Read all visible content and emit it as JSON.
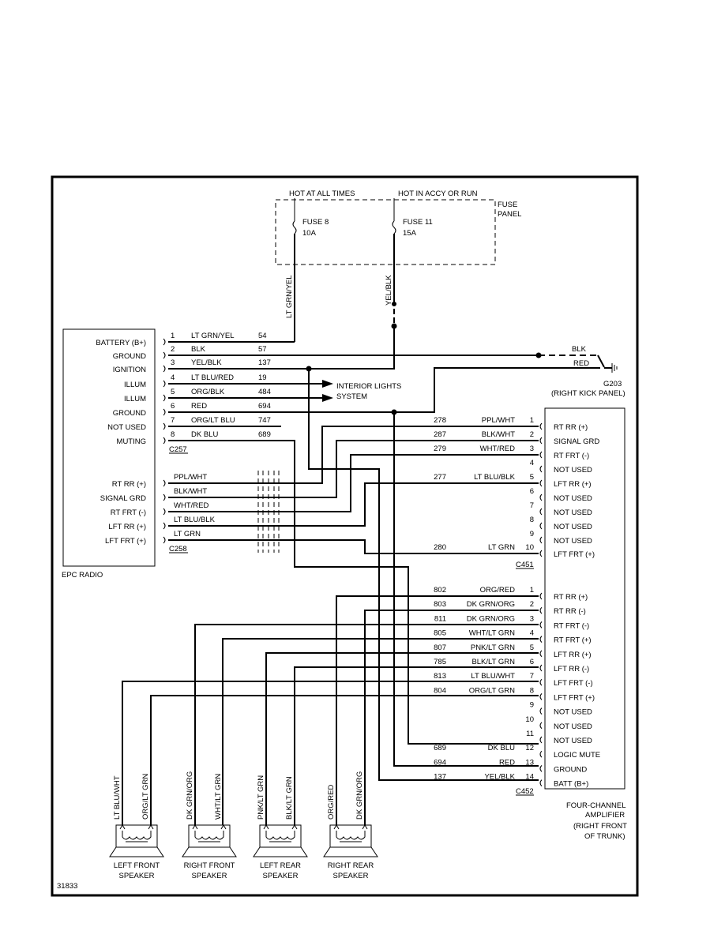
{
  "diagram_id": "31833",
  "fuse_panel": {
    "hot_all": "HOT AT ALL TIMES",
    "hot_accy": "HOT IN ACCY OR RUN",
    "label_1": "FUSE",
    "label_2": "PANEL",
    "fuse8_name": "FUSE 8",
    "fuse8_amp": "10A",
    "fuse11_name": "FUSE 11",
    "fuse11_amp": "15A",
    "wire_left": "LT GRN/YEL",
    "wire_right": "YEL/BLK"
  },
  "radio": {
    "name": "EPC RADIO",
    "c257": {
      "label": "C257",
      "pins": [
        {
          "fn": "BATTERY (B+)",
          "pin": "1",
          "color": "LT GRN/YEL",
          "ckt": "54"
        },
        {
          "fn": "GROUND",
          "pin": "2",
          "color": "BLK",
          "ckt": "57"
        },
        {
          "fn": "IGNITION",
          "pin": "3",
          "color": "YEL/BLK",
          "ckt": "137"
        },
        {
          "fn": "ILLUM",
          "pin": "4",
          "color": "LT BLU/RED",
          "ckt": "19"
        },
        {
          "fn": "ILLUM",
          "pin": "5",
          "color": "ORG/BLK",
          "ckt": "484"
        },
        {
          "fn": "GROUND",
          "pin": "6",
          "color": "RED",
          "ckt": "694"
        },
        {
          "fn": "NOT USED",
          "pin": "7",
          "color": "ORG/LT BLU",
          "ckt": "747"
        },
        {
          "fn": "MUTING",
          "pin": "8",
          "color": "DK BLU",
          "ckt": "689"
        }
      ]
    },
    "c258": {
      "label": "C258",
      "pins": [
        {
          "fn": "RT RR (+)",
          "color": "PPL/WHT"
        },
        {
          "fn": "SIGNAL GRD",
          "color": "BLK/WHT"
        },
        {
          "fn": "RT FRT (-)",
          "color": "WHT/RED"
        },
        {
          "fn": "LFT RR (+)",
          "color": "LT BLU/BLK"
        },
        {
          "fn": "LFT FRT (+)",
          "color": "LT GRN"
        }
      ]
    }
  },
  "interior_lights": {
    "line1": "INTERIOR LIGHTS",
    "line2": "SYSTEM"
  },
  "ground_point": {
    "blk": "BLK",
    "red": "RED",
    "name": "G203",
    "location": "(RIGHT KICK PANEL)"
  },
  "c451": {
    "label": "C451",
    "rows": [
      {
        "ckt": "278",
        "color": "PPL/WHT",
        "pin": "1",
        "fn": "RT RR (+)"
      },
      {
        "ckt": "287",
        "color": "BLK/WHT",
        "pin": "2",
        "fn": "SIGNAL GRD"
      },
      {
        "ckt": "279",
        "color": "WHT/RED",
        "pin": "3",
        "fn": "RT FRT (-)"
      },
      {
        "ckt": "",
        "color": "",
        "pin": "4",
        "fn": "NOT USED"
      },
      {
        "ckt": "277",
        "color": "LT BLU/BLK",
        "pin": "5",
        "fn": "LFT RR (+)"
      },
      {
        "ckt": "",
        "color": "",
        "pin": "6",
        "fn": "NOT USED"
      },
      {
        "ckt": "",
        "color": "",
        "pin": "7",
        "fn": "NOT USED"
      },
      {
        "ckt": "",
        "color": "",
        "pin": "8",
        "fn": "NOT USED"
      },
      {
        "ckt": "",
        "color": "",
        "pin": "9",
        "fn": "NOT USED"
      },
      {
        "ckt": "280",
        "color": "LT GRN",
        "pin": "10",
        "fn": "LFT FRT (+)"
      }
    ]
  },
  "c452": {
    "label": "C452",
    "rows": [
      {
        "ckt": "802",
        "color": "ORG/RED",
        "pin": "1",
        "fn": "RT RR (+)"
      },
      {
        "ckt": "803",
        "color": "DK GRN/ORG",
        "pin": "2",
        "fn": "RT RR (-)"
      },
      {
        "ckt": "811",
        "color": "DK GRN/ORG",
        "pin": "3",
        "fn": "RT FRT (-)"
      },
      {
        "ckt": "805",
        "color": "WHT/LT GRN",
        "pin": "4",
        "fn": "RT FRT (+)"
      },
      {
        "ckt": "807",
        "color": "PNK/LT GRN",
        "pin": "5",
        "fn": "LFT RR (+)"
      },
      {
        "ckt": "785",
        "color": "BLK/LT GRN",
        "pin": "6",
        "fn": "LFT RR (-)"
      },
      {
        "ckt": "813",
        "color": "LT BLU/WHT",
        "pin": "7",
        "fn": "LFT FRT (-)"
      },
      {
        "ckt": "804",
        "color": "ORG/LT GRN",
        "pin": "8",
        "fn": "LFT FRT (+)"
      },
      {
        "ckt": "",
        "color": "",
        "pin": "9",
        "fn": "NOT USED"
      },
      {
        "ckt": "",
        "color": "",
        "pin": "10",
        "fn": "NOT USED"
      },
      {
        "ckt": "",
        "color": "",
        "pin": "11",
        "fn": "NOT USED"
      },
      {
        "ckt": "689",
        "color": "DK BLU",
        "pin": "12",
        "fn": "LOGIC MUTE"
      },
      {
        "ckt": "694",
        "color": "RED",
        "pin": "13",
        "fn": "GROUND"
      },
      {
        "ckt": "137",
        "color": "YEL/BLK",
        "pin": "14",
        "fn": "BATT (B+)"
      }
    ]
  },
  "amplifier": {
    "line1": "FOUR-CHANNEL",
    "line2": "AMPLIFIER",
    "line3": "(RIGHT FRONT",
    "line4": "OF TRUNK)"
  },
  "speakers": [
    {
      "line1": "LEFT FRONT",
      "line2": "SPEAKER",
      "wire_a": "LT BLU/WHT",
      "wire_b": "ORG/LT GRN"
    },
    {
      "line1": "RIGHT FRONT",
      "line2": "SPEAKER",
      "wire_a": "DK GRN/ORG",
      "wire_b": "WHT/LT GRN"
    },
    {
      "line1": "LEFT REAR",
      "line2": "SPEAKER",
      "wire_a": "PNK/LT GRN",
      "wire_b": "BLK/LT GRN"
    },
    {
      "line1": "RIGHT REAR",
      "line2": "SPEAKER",
      "wire_a": "ORG/RED",
      "wire_b": "DK GRN/ORG"
    }
  ]
}
